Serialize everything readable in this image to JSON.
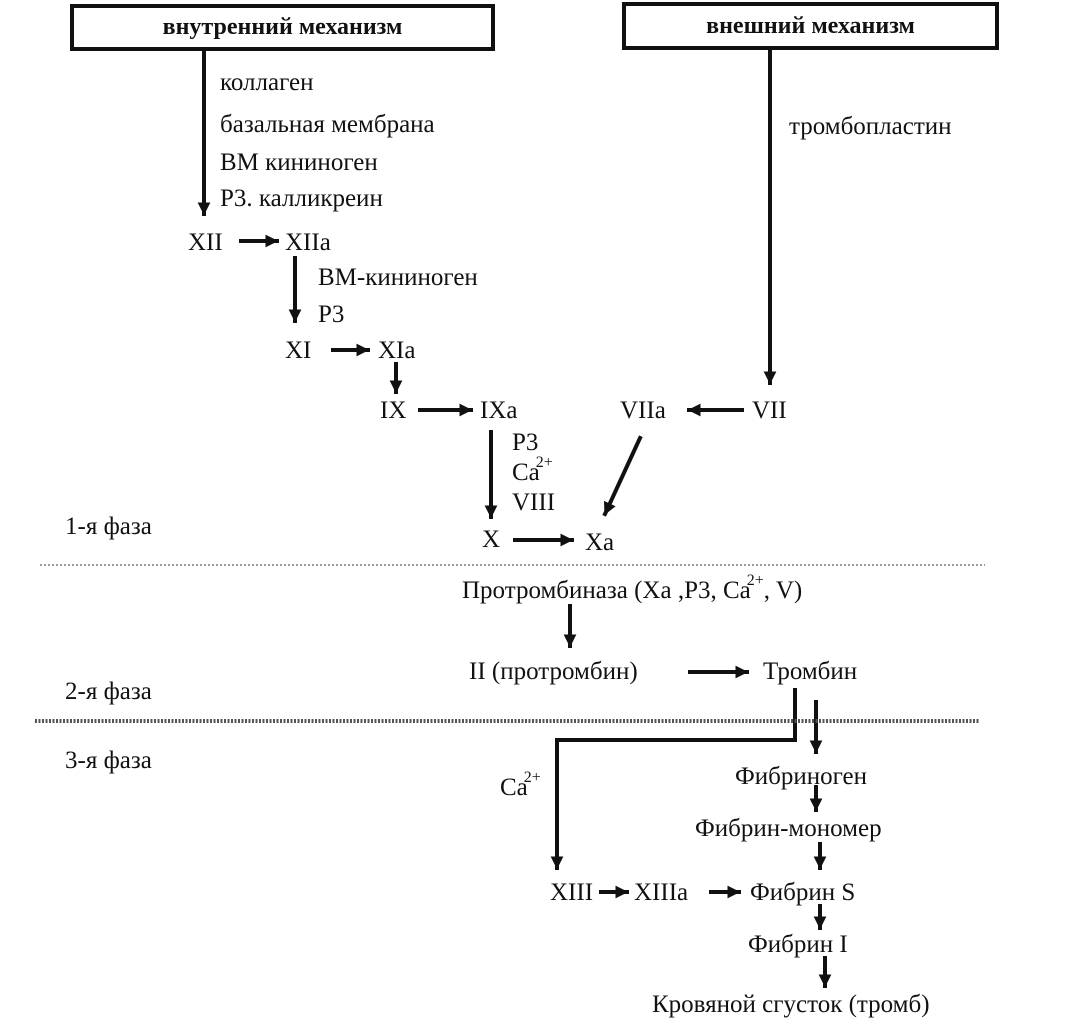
{
  "boxes": {
    "intrinsic": "внутренний механизм",
    "extrinsic": "внешний механизм"
  },
  "intrinsic_activators": {
    "collagen": "коллаген",
    "basal_membrane": "базальная мембрана",
    "hmw_kininogen": "ВМ кининоген",
    "p3_kallikrein": "Р3. калликреин"
  },
  "extrinsic_activator": "тромбопластин",
  "factors": {
    "xii": "XII",
    "xiia": "XIIa",
    "cof_xi_kininogen": "ВМ-кининоген",
    "cof_xi_p3": "Р3",
    "xi": "XI",
    "xia": "XIa",
    "ix": "IX",
    "ixa": "IXa",
    "cof_x_p3": "Р3",
    "cof_x_ca": "Ca",
    "cof_x_ca_charge": "2+",
    "cof_x_viii": "VIII",
    "viia": "VIIa",
    "vii": "VII",
    "x": "X",
    "xa": "Xa"
  },
  "phases": {
    "phase1": "1-я фаза",
    "phase2": "2-я фаза",
    "phase3": "3-я фаза"
  },
  "prothrombinase": {
    "before": "Протромбиназа (Xa ,Р3, Ca",
    "charge": "2+",
    "after": ", V)"
  },
  "prothrombin": "II (протромбин)",
  "thrombin": "Тромбин",
  "calcium": {
    "symbol": "Ca",
    "charge": "2+"
  },
  "fibrin_chain": {
    "fibrinogen": "Фибриноген",
    "fibrin_monomer": "Фибрин-мономер",
    "xiii": "XIII",
    "xiiia": "XIIIa",
    "fibrin_s": "Фибрин S",
    "fibrin_i": "Фибрин I",
    "clot": "Кровяной сгусток (тромб)"
  }
}
